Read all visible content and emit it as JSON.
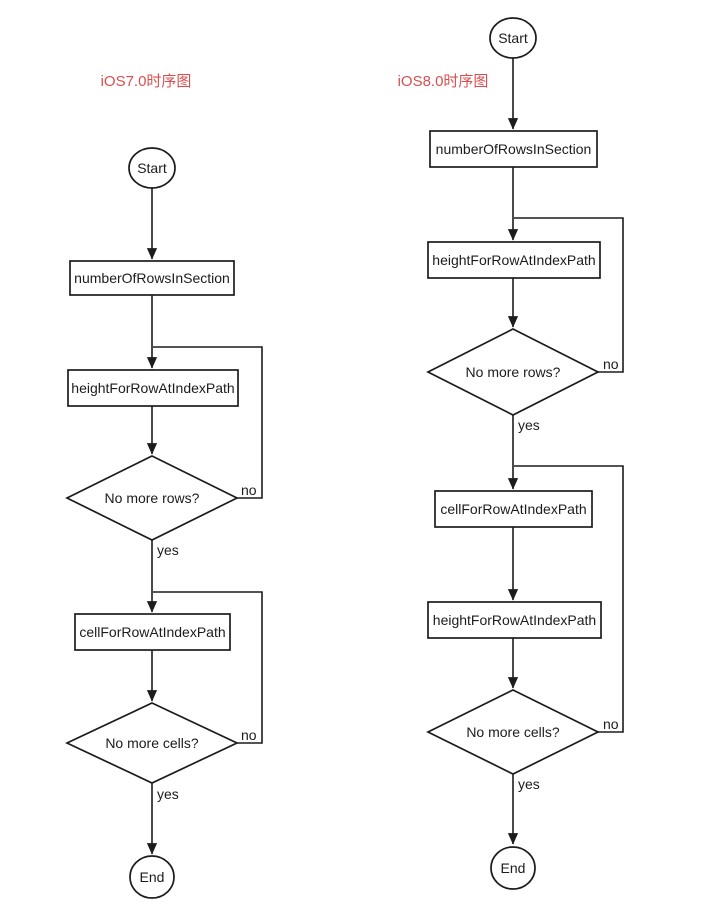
{
  "diagram": {
    "background": "#ffffff",
    "line_color": "#1c1c1c",
    "title_color": "#d94f4f",
    "charts": [
      {
        "id": "ios7",
        "title": "iOS7.0时序图",
        "nodes": {
          "start": "Start",
          "number_of_rows": "numberOfRowsInSection",
          "height_for_row": "heightForRowAtIndexPath",
          "no_more_rows": "No more rows?",
          "cell_for_row": "cellForRowAtIndexPath",
          "no_more_cells": "No more cells?",
          "end": "End"
        },
        "labels": {
          "rows_no": "no",
          "rows_yes": "yes",
          "cells_no": "no",
          "cells_yes": "yes"
        }
      },
      {
        "id": "ios8",
        "title": "iOS8.0时序图",
        "nodes": {
          "start": "Start",
          "number_of_rows": "numberOfRowsInSection",
          "height_for_row": "heightForRowAtIndexPath",
          "no_more_rows": "No more rows?",
          "cell_for_row": "cellForRowAtIndexPath",
          "height_for_row_2": "heightForRowAtIndexPath",
          "no_more_cells": "No more cells?",
          "end": "End"
        },
        "labels": {
          "rows_no": "no",
          "rows_yes": "yes",
          "cells_no": "no",
          "cells_yes": "yes"
        }
      }
    ]
  }
}
